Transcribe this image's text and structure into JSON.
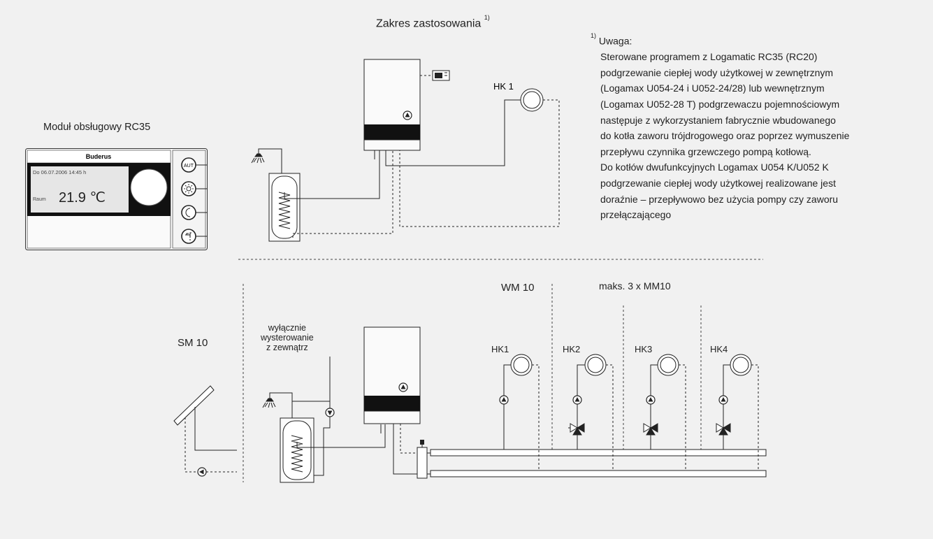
{
  "title": {
    "text": "Zakres zastosowania",
    "sup": "1)"
  },
  "note": {
    "sup": "1)",
    "heading": "Uwaga:",
    "lines": [
      "Sterowane programem z Logamatic RC35 (RC20)",
      "podgrzewanie ciepłej wody użytkowej w zewnętrznym",
      "(Logamax U054-24 i U052-24/28) lub wewnętrznym",
      "(Logamax U052-28 T) podgrzewaczu pojemnościowym",
      "następuje z wykorzystaniem fabrycznie wbudowanego",
      "do kotła zaworu trójdrogowego oraz poprzez wymuszenie",
      "przepływu czynnika grzewczego pompą kotłową.",
      "Do kotłów dwufunkcyjnych Logamax U054 K/U052 K",
      "podgrzewanie ciepłej wody użytkowej realizowane jest",
      "doraźnie – przepływowo bez użycia pompy czy zaworu",
      "przełączającego"
    ]
  },
  "module": {
    "label": "Moduł obsługowy RC35",
    "brand": "Buderus",
    "datetime": "Do 06.07.2006 14:45 h",
    "room_label": "Raum",
    "temperature": "21.9 ℃",
    "buttons": [
      {
        "icon": "aut-icon",
        "label": "AUT"
      },
      {
        "icon": "sun-icon",
        "label": ""
      },
      {
        "icon": "moon-icon",
        "label": ""
      },
      {
        "icon": "tap-icon",
        "label": ""
      }
    ]
  },
  "top_diagram": {
    "hk_label": "HK 1"
  },
  "bottom_diagram": {
    "sm_label": "SM 10",
    "wm_label": "WM 10",
    "mm_label": "maks. 3 x MM10",
    "external_lines": [
      "wyłącznie",
      "wysterowanie",
      "z zewnątrz"
    ],
    "hk_labels": [
      "HK1",
      "HK2",
      "HK3",
      "HK4"
    ]
  }
}
